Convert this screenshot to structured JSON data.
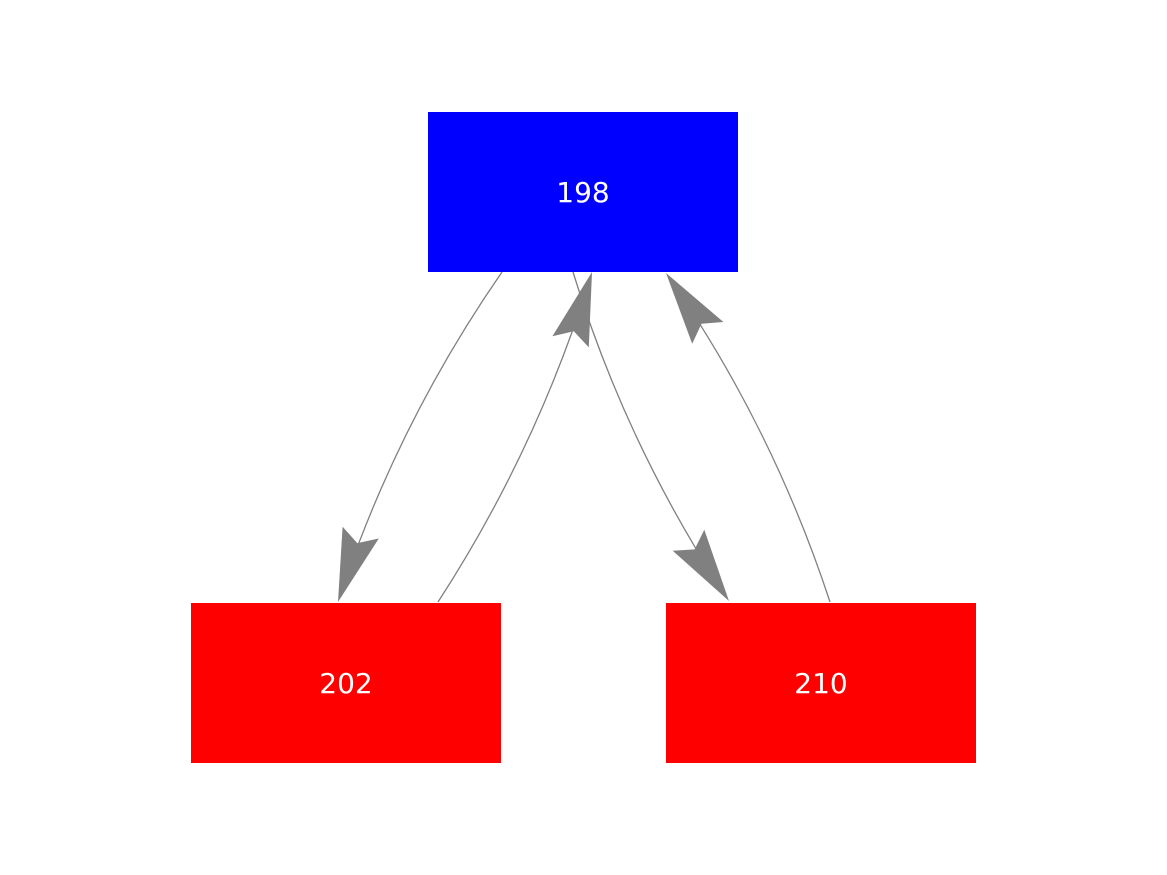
{
  "diagram": {
    "type": "directed-graph",
    "background_color": "#ffffff",
    "edge_color": "#808080",
    "nodes": [
      {
        "id": "198",
        "label": "198",
        "color": "#0000ff",
        "text_color": "#ffffff",
        "role": "root"
      },
      {
        "id": "202",
        "label": "202",
        "color": "#ff0000",
        "text_color": "#ffffff",
        "role": "leaf"
      },
      {
        "id": "210",
        "label": "210",
        "color": "#ff0000",
        "text_color": "#ffffff",
        "role": "leaf"
      }
    ],
    "edges": [
      {
        "from": "198",
        "to": "202",
        "directed": true
      },
      {
        "from": "202",
        "to": "198",
        "directed": true
      },
      {
        "from": "198",
        "to": "210",
        "directed": true
      },
      {
        "from": "210",
        "to": "198",
        "directed": true
      }
    ]
  }
}
